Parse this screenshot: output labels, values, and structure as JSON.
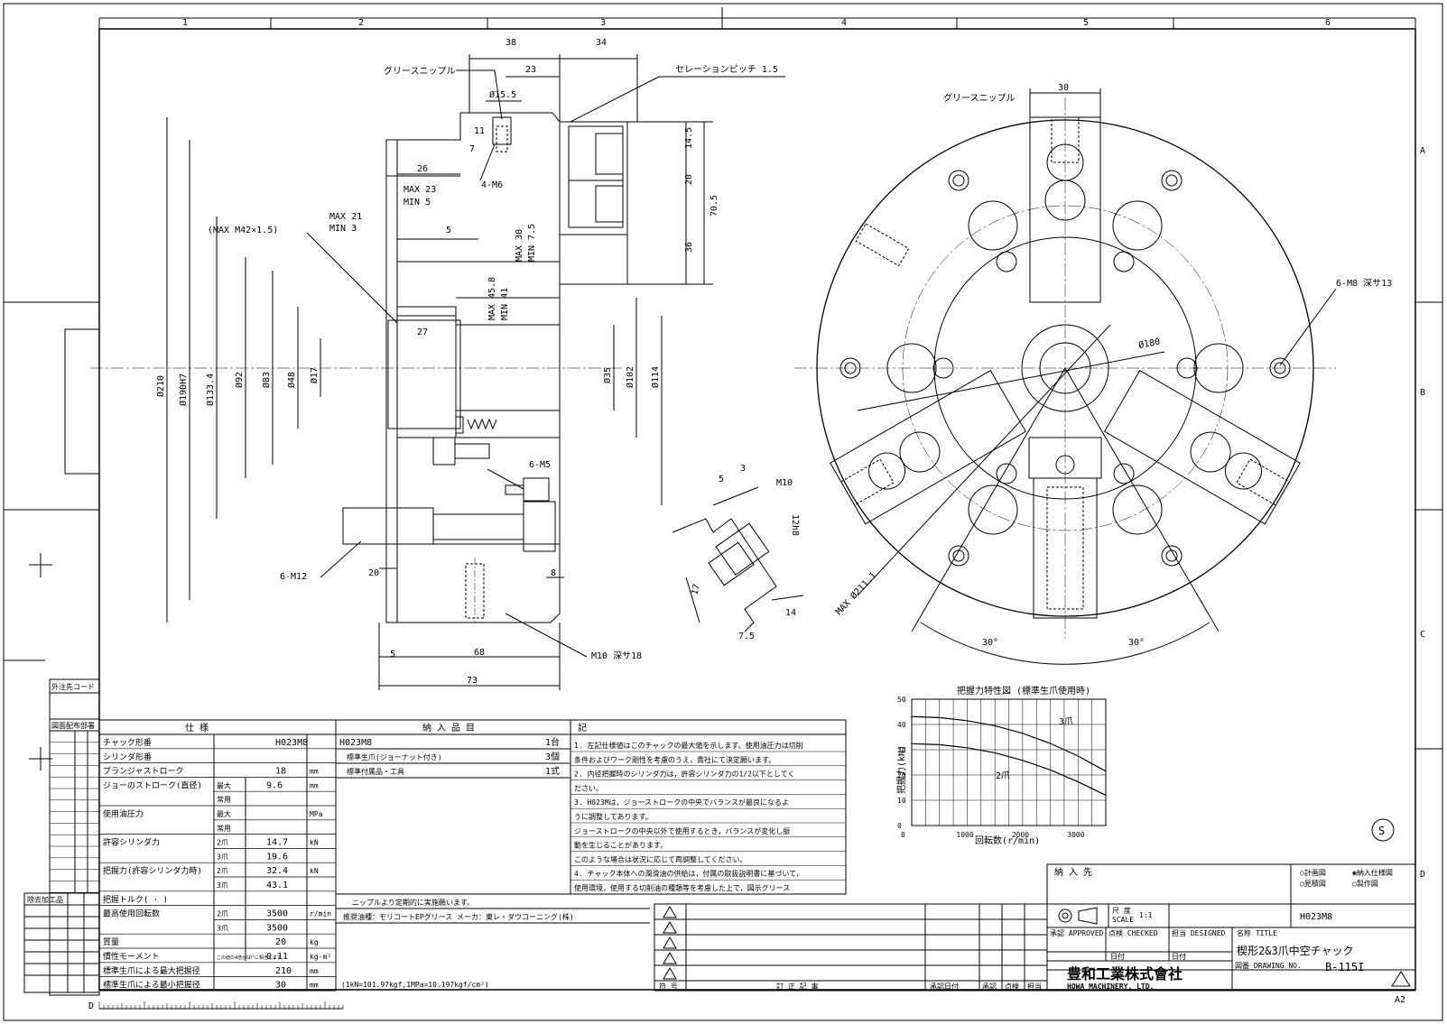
{
  "border": {
    "columns": [
      "1",
      "2",
      "3",
      "4",
      "5",
      "6"
    ],
    "rows": [
      "A",
      "B",
      "C",
      "D"
    ]
  },
  "side_view": {
    "labels": {
      "grease_nipple": "グリースニップル",
      "serration": "セレーションピッチ 1.5",
      "max_m42": "(MAX M42×1.5)",
      "max21": "MAX 21",
      "min3": "MIN  3",
      "max23": "MAX 23",
      "min5": "MIN  5",
      "max30": "MAX 30",
      "min75": "MIN 7.5",
      "max458": "MAX 45.8",
      "min41": "MIN 41",
      "m6_4": "4-M6",
      "m5_6": "6-M5",
      "m12_6": "6-M12",
      "m10": "M10  深サ18",
      "phi155": "Ø15.5"
    },
    "dims": {
      "d38": "38",
      "d34": "34",
      "d23": "23",
      "d11": "11",
      "d7": "7",
      "d26": "26",
      "d5a": "5",
      "d27": "27",
      "d145": "14.5",
      "d20a": "20",
      "d36": "36",
      "d705": "70.5",
      "d20b": "20",
      "d8": "8",
      "d5b": "5",
      "d68": "68",
      "d73": "73"
    },
    "diameters": {
      "d210": "Ø210",
      "d190": "Ø190H7",
      "d1334": "Ø133.4",
      "d92": "Ø92",
      "d83": "Ø83",
      "d48": "Ø48",
      "d17": "Ø17",
      "d35": "Ø35",
      "d102": "Ø102",
      "d114": "Ø114"
    }
  },
  "detail_view": {
    "m10": "M10",
    "d5": "5",
    "d3": "3",
    "d12": "12h8",
    "d17": "17",
    "d14": "14",
    "d75": "7.5"
  },
  "front_view": {
    "grease_nipple": "グリースニップル",
    "d30": "30",
    "m8": "6-M8 深サ13",
    "phi180": "Ø180",
    "max211": "MAX Ø211.1",
    "ang1": "30°",
    "ang2": "30°"
  },
  "graph": {
    "title": "把握力特性図 (標準生爪使用時)",
    "ylabel": "把握力(kN)",
    "xlabel": "回転数(r/min)",
    "yticks": [
      "50",
      "40",
      "30",
      "20",
      "10",
      "0"
    ],
    "xticks": [
      "1000",
      "2000",
      "3000"
    ],
    "series": [
      {
        "name": "3爪",
        "values": [
          [
            0,
            43.1
          ],
          [
            500,
            42.7
          ],
          [
            1000,
            41.5
          ],
          [
            1500,
            39.5
          ],
          [
            2000,
            36.5
          ],
          [
            2500,
            32.5
          ],
          [
            3000,
            27.5
          ],
          [
            3500,
            21.5
          ]
        ]
      },
      {
        "name": "2爪",
        "values": [
          [
            0,
            32.4
          ],
          [
            500,
            32
          ],
          [
            1000,
            30.8
          ],
          [
            1500,
            28.8
          ],
          [
            2000,
            25.8
          ],
          [
            2500,
            22
          ],
          [
            3000,
            17.3
          ],
          [
            3500,
            12
          ]
        ]
      }
    ],
    "xlim": [
      0,
      3500
    ],
    "ylim": [
      0,
      50
    ]
  },
  "left_strip": {
    "header": "外注先コード",
    "sub": "図面配布部署"
  },
  "spec": {
    "header": "仕  様",
    "rows": [
      {
        "label": "チャック形番",
        "sub": "",
        "value": "H023M8",
        "unit": ""
      },
      {
        "label": "シリンダ形番",
        "sub": "",
        "value": "",
        "unit": ""
      },
      {
        "label": "プランジャストローク",
        "sub": "",
        "value": "18",
        "unit": "mm"
      },
      {
        "label": "ジョーのストローク(直径)",
        "sub": "最大",
        "value": "9.6",
        "unit": "mm"
      },
      {
        "label": "",
        "sub": "常用",
        "value": "",
        "unit": ""
      },
      {
        "label": "使用油圧力",
        "sub": "最大",
        "value": "",
        "unit": "MPa"
      },
      {
        "label": "",
        "sub": "常用",
        "value": "",
        "unit": ""
      },
      {
        "label": "許容シリンダ力",
        "sub": "2爪",
        "value": "14.7",
        "unit": "kN"
      },
      {
        "label": "",
        "sub": "3爪",
        "value": "19.6",
        "unit": ""
      },
      {
        "label": "把握力(許容シリンダ力時)",
        "sub": "2爪",
        "value": "32.4",
        "unit": "kN"
      },
      {
        "label": "",
        "sub": "3爪",
        "value": "43.1",
        "unit": ""
      },
      {
        "label": "把握トルク(  ·  )",
        "sub": "",
        "value": "",
        "unit": ""
      },
      {
        "label": "最高使用回転数",
        "sub": "2爪",
        "value": "3500",
        "unit": "r/min"
      },
      {
        "label": "",
        "sub": "3爪",
        "value": "3500",
        "unit": ""
      },
      {
        "label": "質量",
        "sub": "",
        "value": "20",
        "unit": "kg"
      },
      {
        "label": "慣性モーメント",
        "sub": "この値の4倍がGD²に相当します。",
        "value": "0.11",
        "unit": "kg·m²"
      },
      {
        "label": "標準生爪による最大把握径",
        "sub": "",
        "value": "210",
        "unit": "mm"
      },
      {
        "label": "標準生爪による最小把握径",
        "sub": "",
        "value": "30",
        "unit": "mm"
      }
    ],
    "footer": "(1kN=101.97kgf,1MPa=10.197kgf/cm²)"
  },
  "delivery": {
    "header": "納 入 品 目",
    "rows": [
      {
        "item": "H023M8",
        "qty": "1台"
      },
      {
        "item": "標準生爪(ジョーナット付き)",
        "qty": "3個"
      },
      {
        "item": "標準付属品・工具",
        "qty": "1式"
      }
    ]
  },
  "notes": {
    "header": "記",
    "lines": [
      "1. 左記仕様値はこのチャックの最大値を示します。使用油圧力は切削",
      "   条件およびワーク剛性を考慮のうえ，貴社にて決定願います。",
      "2. 内径把握時のシリンダ力は，許容シリンダ力の1/2以下としてく",
      "   ださい。",
      "3. H023Mは，ジョーストロークの中央でバランスが最良になるよ",
      "   うに調整してあります。",
      "   ジョーストロークの中央以外で使用するとき，バランスが変化し振",
      "   動を生じることがあります。",
      "   このような場合は状況に応じて再調整してください。",
      "4. チャック本体への潤滑油の供給は，付属の取扱説明書に基づいて，",
      "   使用環境，使用する切削油の種類等を考慮した上で，図示グリース",
      "ニップルより定期的に実施願います。",
      "推奨油種：モリコートEPグリース    メーカ：東レ・ダウコーニング(株)"
    ]
  },
  "revision": {
    "sym": "符 号",
    "content": "訂 正 記 事",
    "date": "承認日付",
    "approve": "承認",
    "check": "点検",
    "charge": "担当"
  },
  "title_block": {
    "destination": "納 入 先",
    "opts": [
      "○計画図",
      "◉納入仕様図",
      "○見積図",
      "○製作図"
    ],
    "scale_label": "尺 度",
    "scale_en": "SCALE",
    "scale": "1:1",
    "model": "H023M8",
    "approved": "承認 APPROVED",
    "checked": "点検 CHECKED",
    "designed": "担当 DESIGNED",
    "date": "日付",
    "title_label": "名称 TITLE",
    "title": "楔形2&3爪中空チャック",
    "drawing_label": "図番 DRAWING NO.",
    "drawing_no": "B-115I",
    "company_jp": "豊和工業株式會社",
    "company_en": "HOWA  MACHINERY, LTD.",
    "size": "A2",
    "s_mark": "S"
  },
  "bottom_left": {
    "process": "除去加工品",
    "d": "D"
  }
}
